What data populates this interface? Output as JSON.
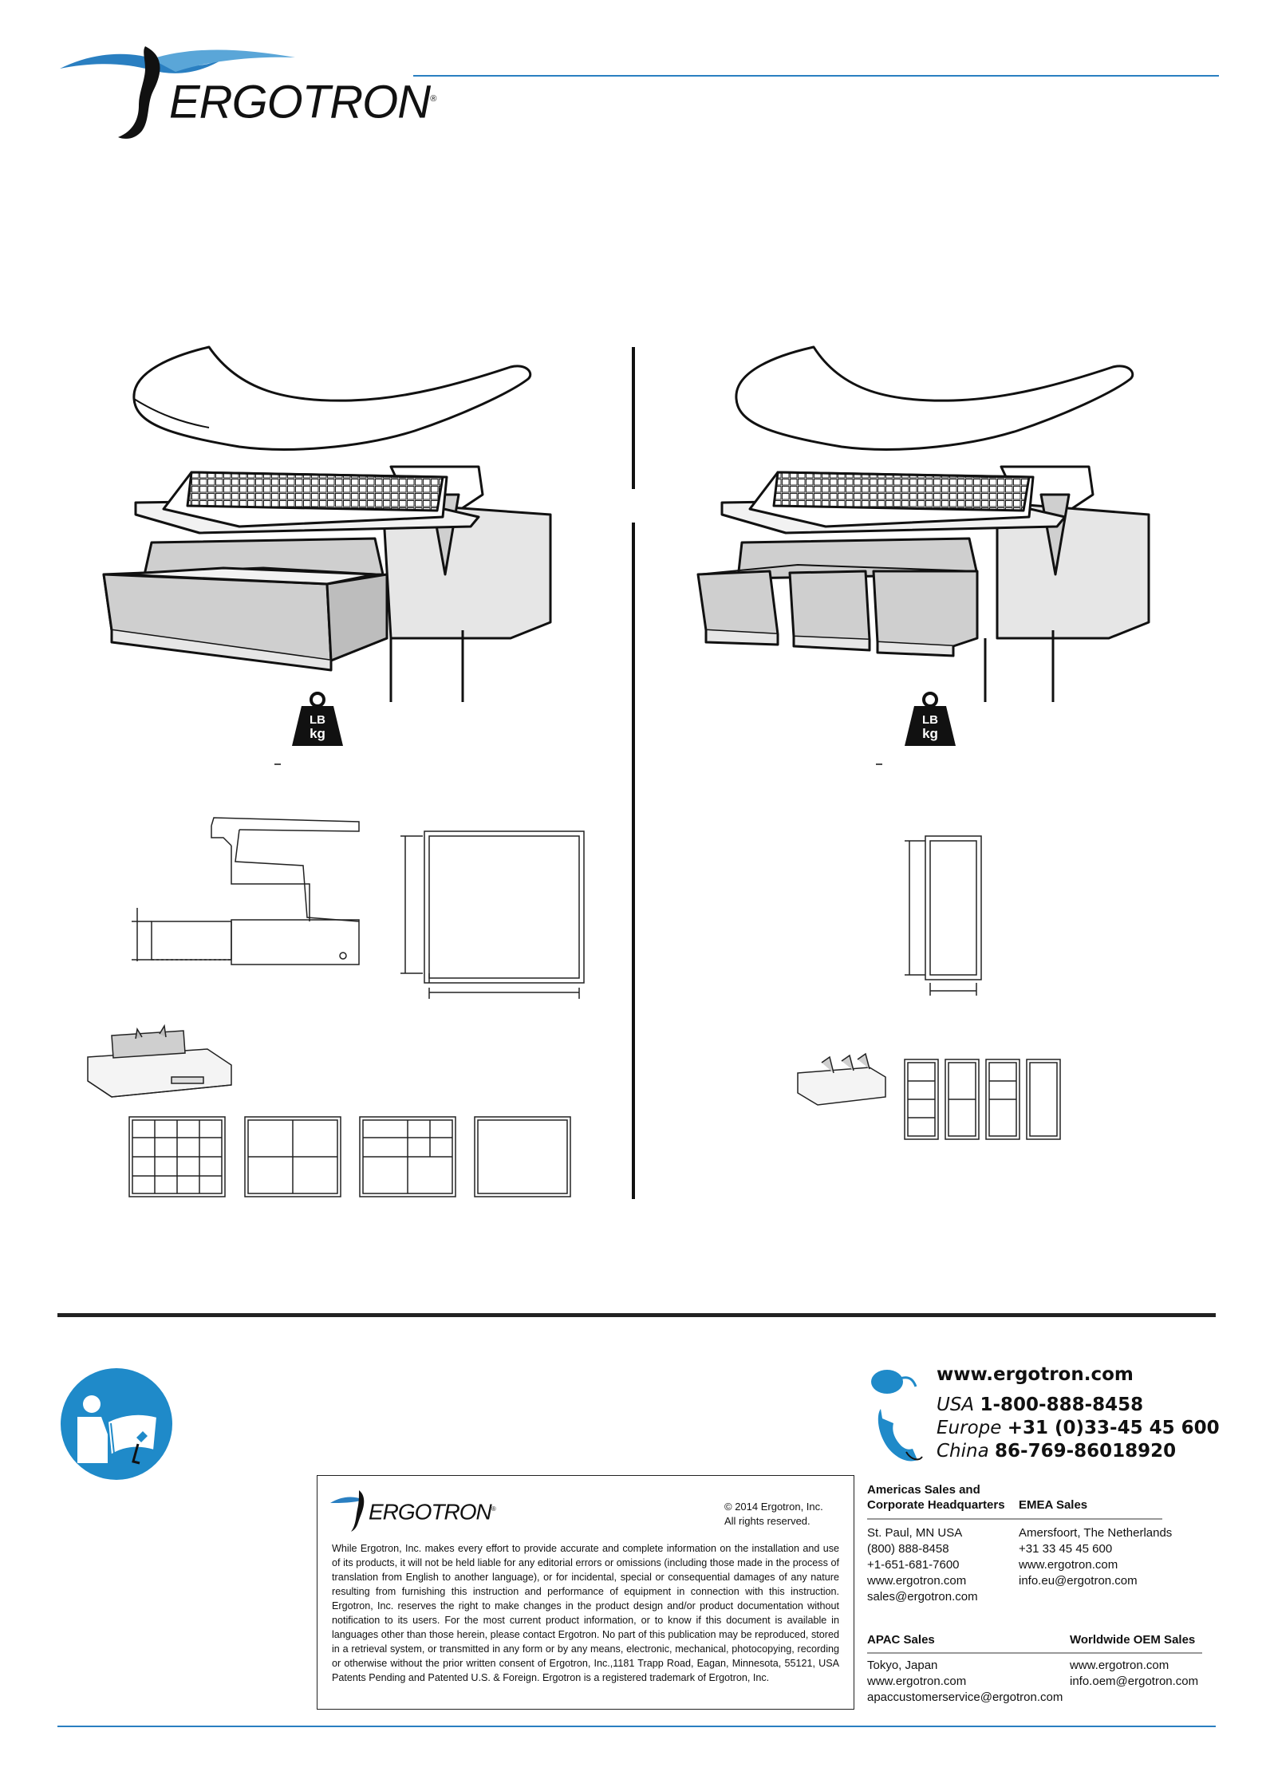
{
  "brand": {
    "name": "ERGOTRON",
    "registered_mark": "®"
  },
  "weight_icon": {
    "line1": "LB",
    "line2": "kg"
  },
  "contacts": {
    "web": "www.ergotron.com",
    "phones": [
      {
        "region": "USA",
        "number": "1-800-888-8458"
      },
      {
        "region": "Europe",
        "number": "+31 (0)33-45 45 600"
      },
      {
        "region": "China",
        "number": "86-769-86018920"
      }
    ]
  },
  "legal_box": {
    "copyright": "© 2014 Ergotron, Inc.",
    "rights": "All rights reserved.",
    "text": "While Ergotron, Inc. makes every effort to provide accurate and complete information on the installation and use of its products, it will not be held liable for any editorial errors or omissions (including those made in the process of translation from English to another language), or for incidental, special or consequential damages of any nature resulting from furnishing this instruction and performance of equipment in connection with this instruction. Ergotron, Inc. reserves the right to make changes in the product design and/or product documentation without notification to its users. For the most current product information, or to know if this document is available in languages other than those herein, please contact Ergotron. No part of this publication may be reproduced, stored in a retrieval system, or transmitted in any form or by any means, electronic, mechanical, photocopying, recording or otherwise without the prior written consent of Ergotron, Inc.,1181 Trapp Road, Eagan, Minnesota, 55121, USA Patents Pending and Patented U.S. & Foreign. Ergotron is a registered trademark of Ergotron, Inc."
  },
  "offices": {
    "americas": {
      "heading_line1": "Americas Sales and",
      "heading_line2": "Corporate Headquarters",
      "lines": [
        "St. Paul, MN USA",
        "(800) 888-8458",
        "+1-651-681-7600",
        "www.ergotron.com",
        "sales@ergotron.com"
      ]
    },
    "emea": {
      "heading": "EMEA Sales",
      "lines": [
        "Amersfoort, The Netherlands",
        "+31 33 45 45 600",
        "www.ergotron.com",
        "info.eu@ergotron.com"
      ]
    },
    "apac": {
      "heading": "APAC Sales",
      "lines": [
        "Tokyo, Japan",
        "www.ergotron.com",
        "apaccustomerservice@ergotron.com"
      ]
    },
    "oem": {
      "heading": "Worldwide OEM Sales",
      "lines": [
        "www.ergotron.com",
        "info.oem@ergotron.com"
      ]
    }
  },
  "colors": {
    "brand_blue": "#2a7fc1",
    "icon_blue": "#1f8ac9",
    "rule_dark": "#222222"
  }
}
